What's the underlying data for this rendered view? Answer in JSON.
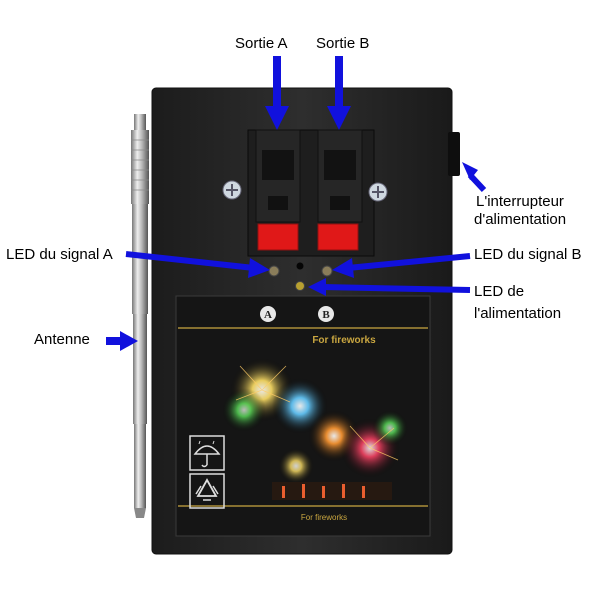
{
  "labels": {
    "output_a": "Sortie A",
    "output_b": "Sortie B",
    "power_switch_line1": "L'interrupteur",
    "power_switch_line2": "d'alimentation",
    "led_signal_a": "LED du signal A",
    "led_signal_b": "LED du signal B",
    "led_power_line1": "LED de",
    "led_power_line2": "l'alimentation",
    "antenna": "Antenne"
  },
  "device": {
    "channel_a": "A",
    "channel_b": "B",
    "print_text": "For fireworks"
  },
  "colors": {
    "arrow": "#1111dd",
    "body": "#2a2a2a",
    "terminal_lever": "#e01818",
    "gold_text": "#c9a640"
  }
}
